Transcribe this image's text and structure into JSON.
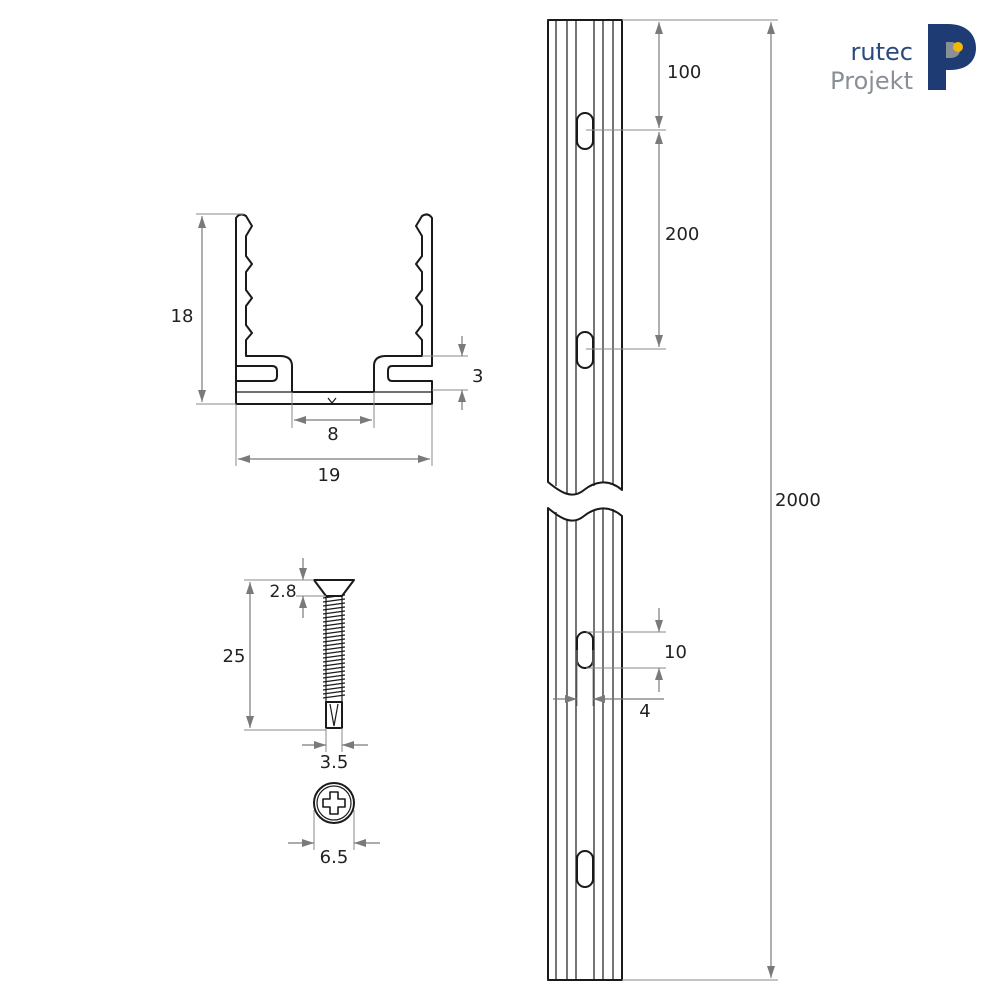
{
  "logo": {
    "line1": "rutec",
    "line2": "Projekt",
    "colors": {
      "primary": "#1f3b73",
      "text1": "#2b4a80",
      "text2": "#8a8f96",
      "dot": "#f2b705"
    }
  },
  "dimensions": {
    "profile_height": "18",
    "profile_slot": "3",
    "profile_inner": "8",
    "profile_width": "19",
    "screw_head_height": "2.8",
    "screw_length": "25",
    "screw_diameter": "3.5",
    "screw_head_diameter": "6.5",
    "rail_first_hole": "100",
    "rail_hole_spacing": "200",
    "rail_total_length": "2000",
    "rail_hole_length": "10",
    "rail_hole_width": "4"
  },
  "colors": {
    "line": "#1a1a1a",
    "dim": "#7a7a7a",
    "bg": "#ffffff"
  }
}
